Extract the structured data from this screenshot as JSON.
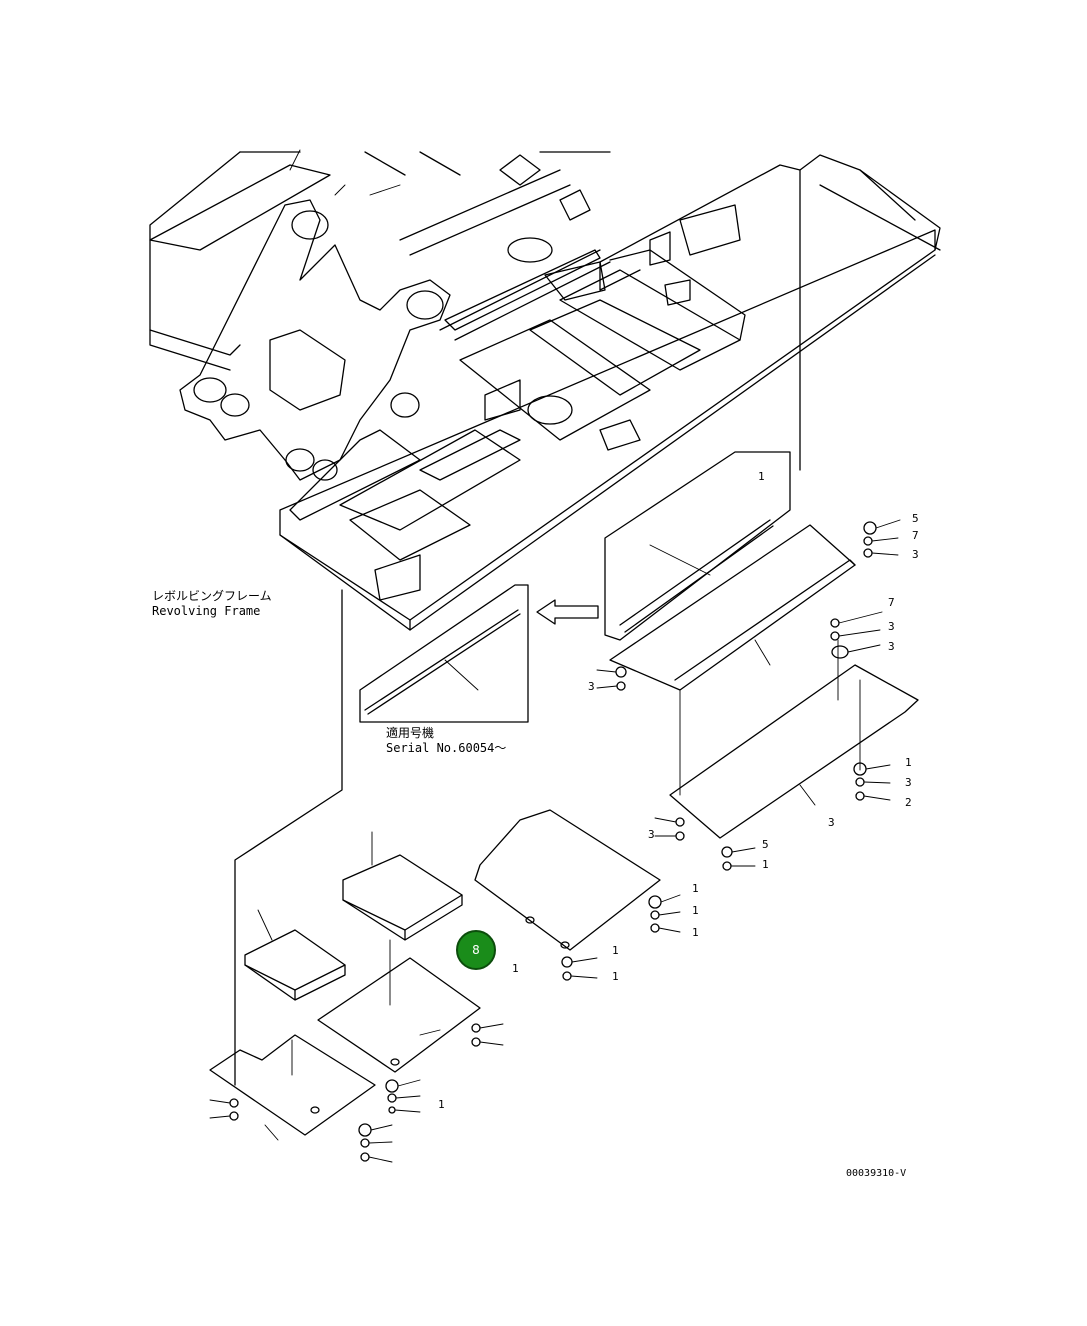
{
  "labels": {
    "frame_jp": "レボルビングフレーム",
    "frame_en": "Revolving Frame",
    "serial_jp": "適用号機",
    "serial_en": "Serial No.60054～",
    "drawing_no": "00039310-V"
  },
  "callout": {
    "number": "8",
    "color": "#1a8c1a"
  },
  "part_numbers": [
    "5",
    "7",
    "3",
    "7",
    "3",
    "3",
    "1",
    "3",
    "2",
    "3",
    "5",
    "1",
    "1",
    "1",
    "1",
    "3",
    "3",
    "1",
    "1",
    "1",
    "1",
    "1"
  ],
  "icons": {
    "arrow": "left-arrow-icon"
  }
}
